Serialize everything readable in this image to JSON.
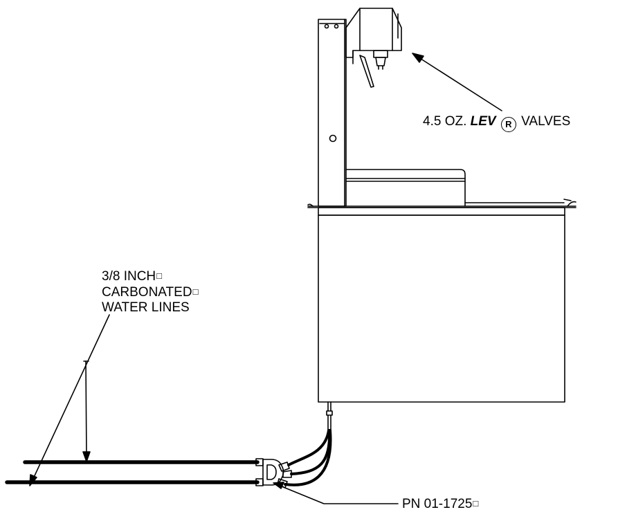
{
  "labels": {
    "valves": {
      "prefix": "4.5 OZ.",
      "brand": "LEV",
      "registered_mark": "R",
      "suffix": "VALVES"
    },
    "water_lines": {
      "line1": "3/8 INCH",
      "line2": "CARBONATED",
      "line3": "WATER LINES",
      "trailing_box": "□"
    },
    "part_number": {
      "text": "PN 01-1725",
      "trailing_box": "□"
    }
  }
}
